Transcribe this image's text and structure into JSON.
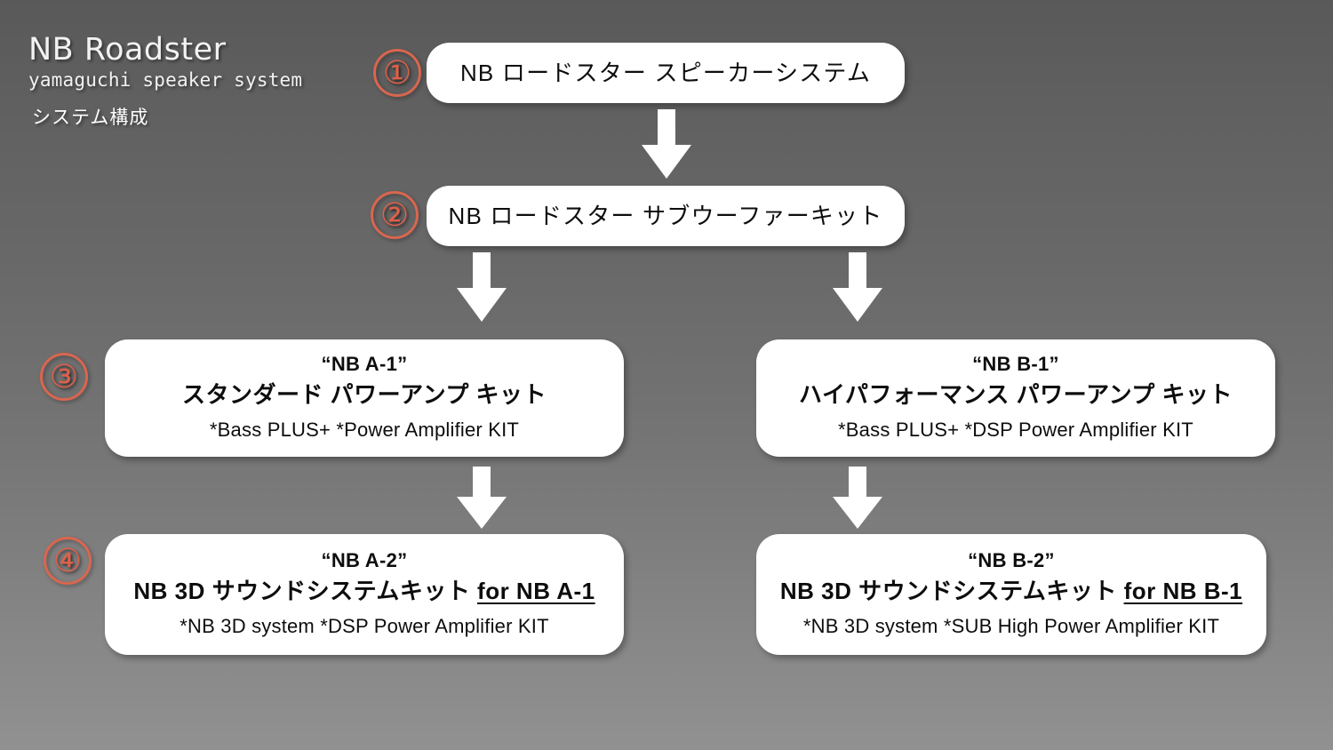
{
  "header": {
    "title": "NB Roadster",
    "subtitle": "yamaguchi speaker system",
    "caption": "システム構成"
  },
  "theme": {
    "accent": "#d9664f",
    "node_bg": "#ffffff",
    "text": "#0d0d0d",
    "arrow": "#ffffff",
    "bg_top": "#595959",
    "bg_bottom": "#919191"
  },
  "steps": [
    {
      "marker": "①"
    },
    {
      "marker": "②"
    },
    {
      "marker": "③"
    },
    {
      "marker": "④"
    }
  ],
  "nodes": {
    "n1": {
      "title": "NB ロードスター スピーカーシステム"
    },
    "n2": {
      "title": "NB ロードスター サブウーファーキット"
    },
    "n3a": {
      "code": "“NB A-1”",
      "title": "スタンダード パワーアンプ キット",
      "note": "*Bass PLUS+   *Power Amplifier KIT"
    },
    "n3b": {
      "code": "“NB B-1”",
      "title": "ハイパフォーマンス パワーアンプ キット",
      "note": "*Bass PLUS+   *DSP Power Amplifier KIT"
    },
    "n4a": {
      "code": "“NB A-2”",
      "title_main": "NB 3D サウンドシステムキット ",
      "title_emph": "for NB A-1",
      "note": "*NB 3D system    *DSP Power Amplifier KIT"
    },
    "n4b": {
      "code": "“NB B-2”",
      "title_main": "NB 3D サウンドシステムキット ",
      "title_emph": "for NB B-1",
      "note": "*NB 3D system    *SUB High Power Amplifier KIT"
    }
  },
  "arrows": [
    {
      "name": "arrow-n1-to-n2"
    },
    {
      "name": "arrow-n2-to-n3a"
    },
    {
      "name": "arrow-n2-to-n3b"
    },
    {
      "name": "arrow-n3a-to-n4a"
    },
    {
      "name": "arrow-n3b-to-n4b"
    }
  ]
}
